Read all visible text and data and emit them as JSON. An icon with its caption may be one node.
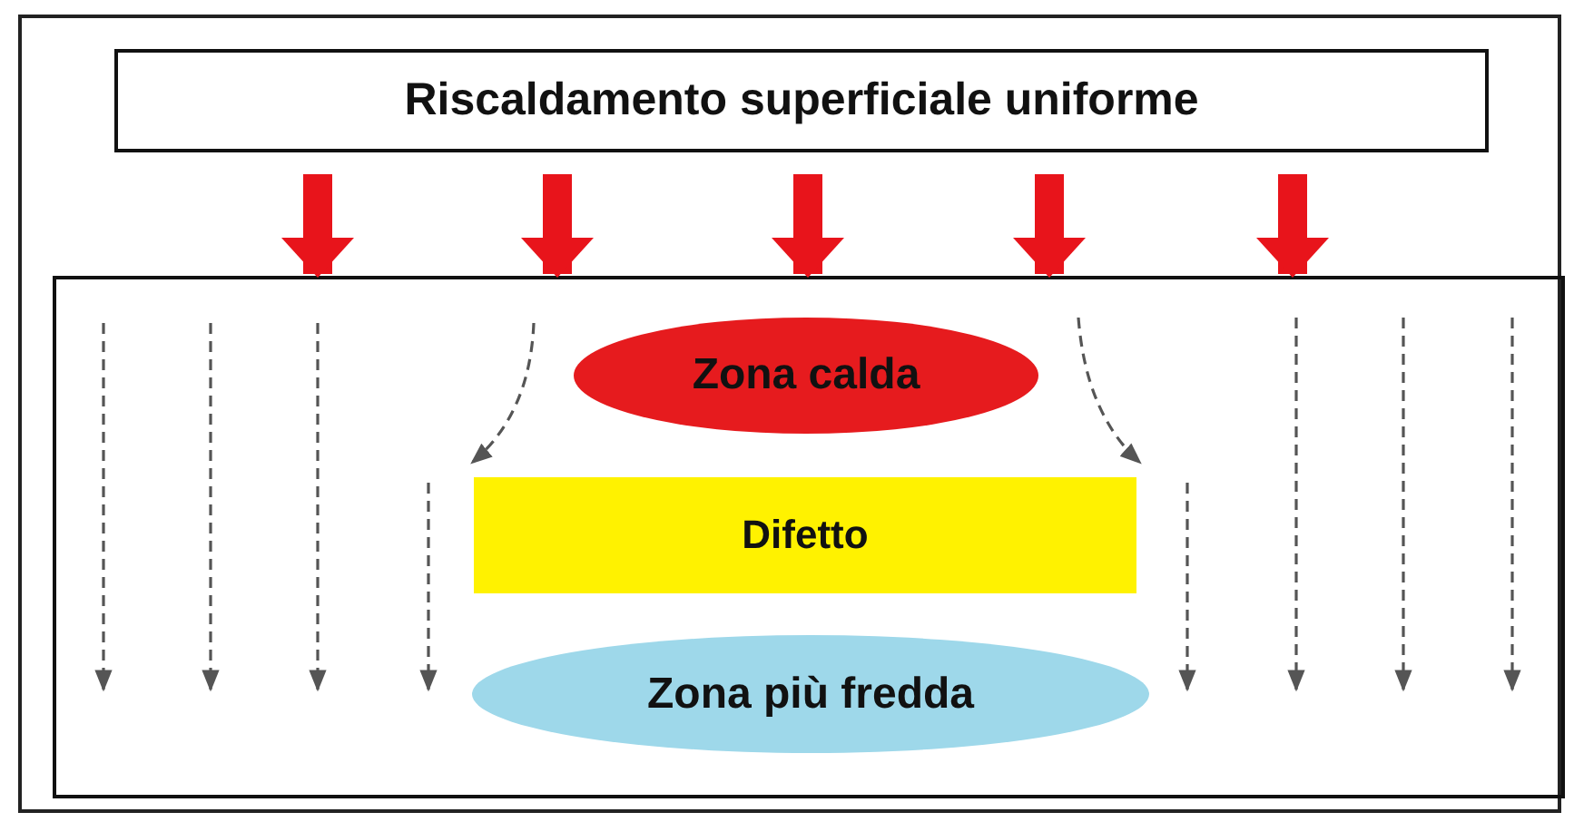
{
  "diagram": {
    "nodes": [
      {
        "text": [
          "Riscaldamento superficiale uniforme"
        ]
      },
      {
        "text": [],
        "shape": "box"
      },
      {
        "text": [
          "Zona calda"
        ],
        "in": 1
      },
      {
        "text": [
          "Difetto"
        ],
        "in": 1
      },
      {
        "text": [
          "Zona più fredda"
        ],
        "in": 1
      }
    ],
    "edges": [
      {
        "from": 0,
        "to": 1,
        "arrow": "to",
        "color": "#e8141b"
      },
      {
        "from": 0,
        "to": 1,
        "arrow": "to",
        "color": "#e8141b"
      },
      {
        "from": 0,
        "to": 1,
        "arrow": "to",
        "color": "#e8141b"
      },
      {
        "from": 0,
        "to": 1,
        "arrow": "to",
        "color": "#e8141b"
      },
      {
        "from": 0,
        "to": 1,
        "arrow": "to",
        "color": "#e8141b"
      }
    ]
  }
}
